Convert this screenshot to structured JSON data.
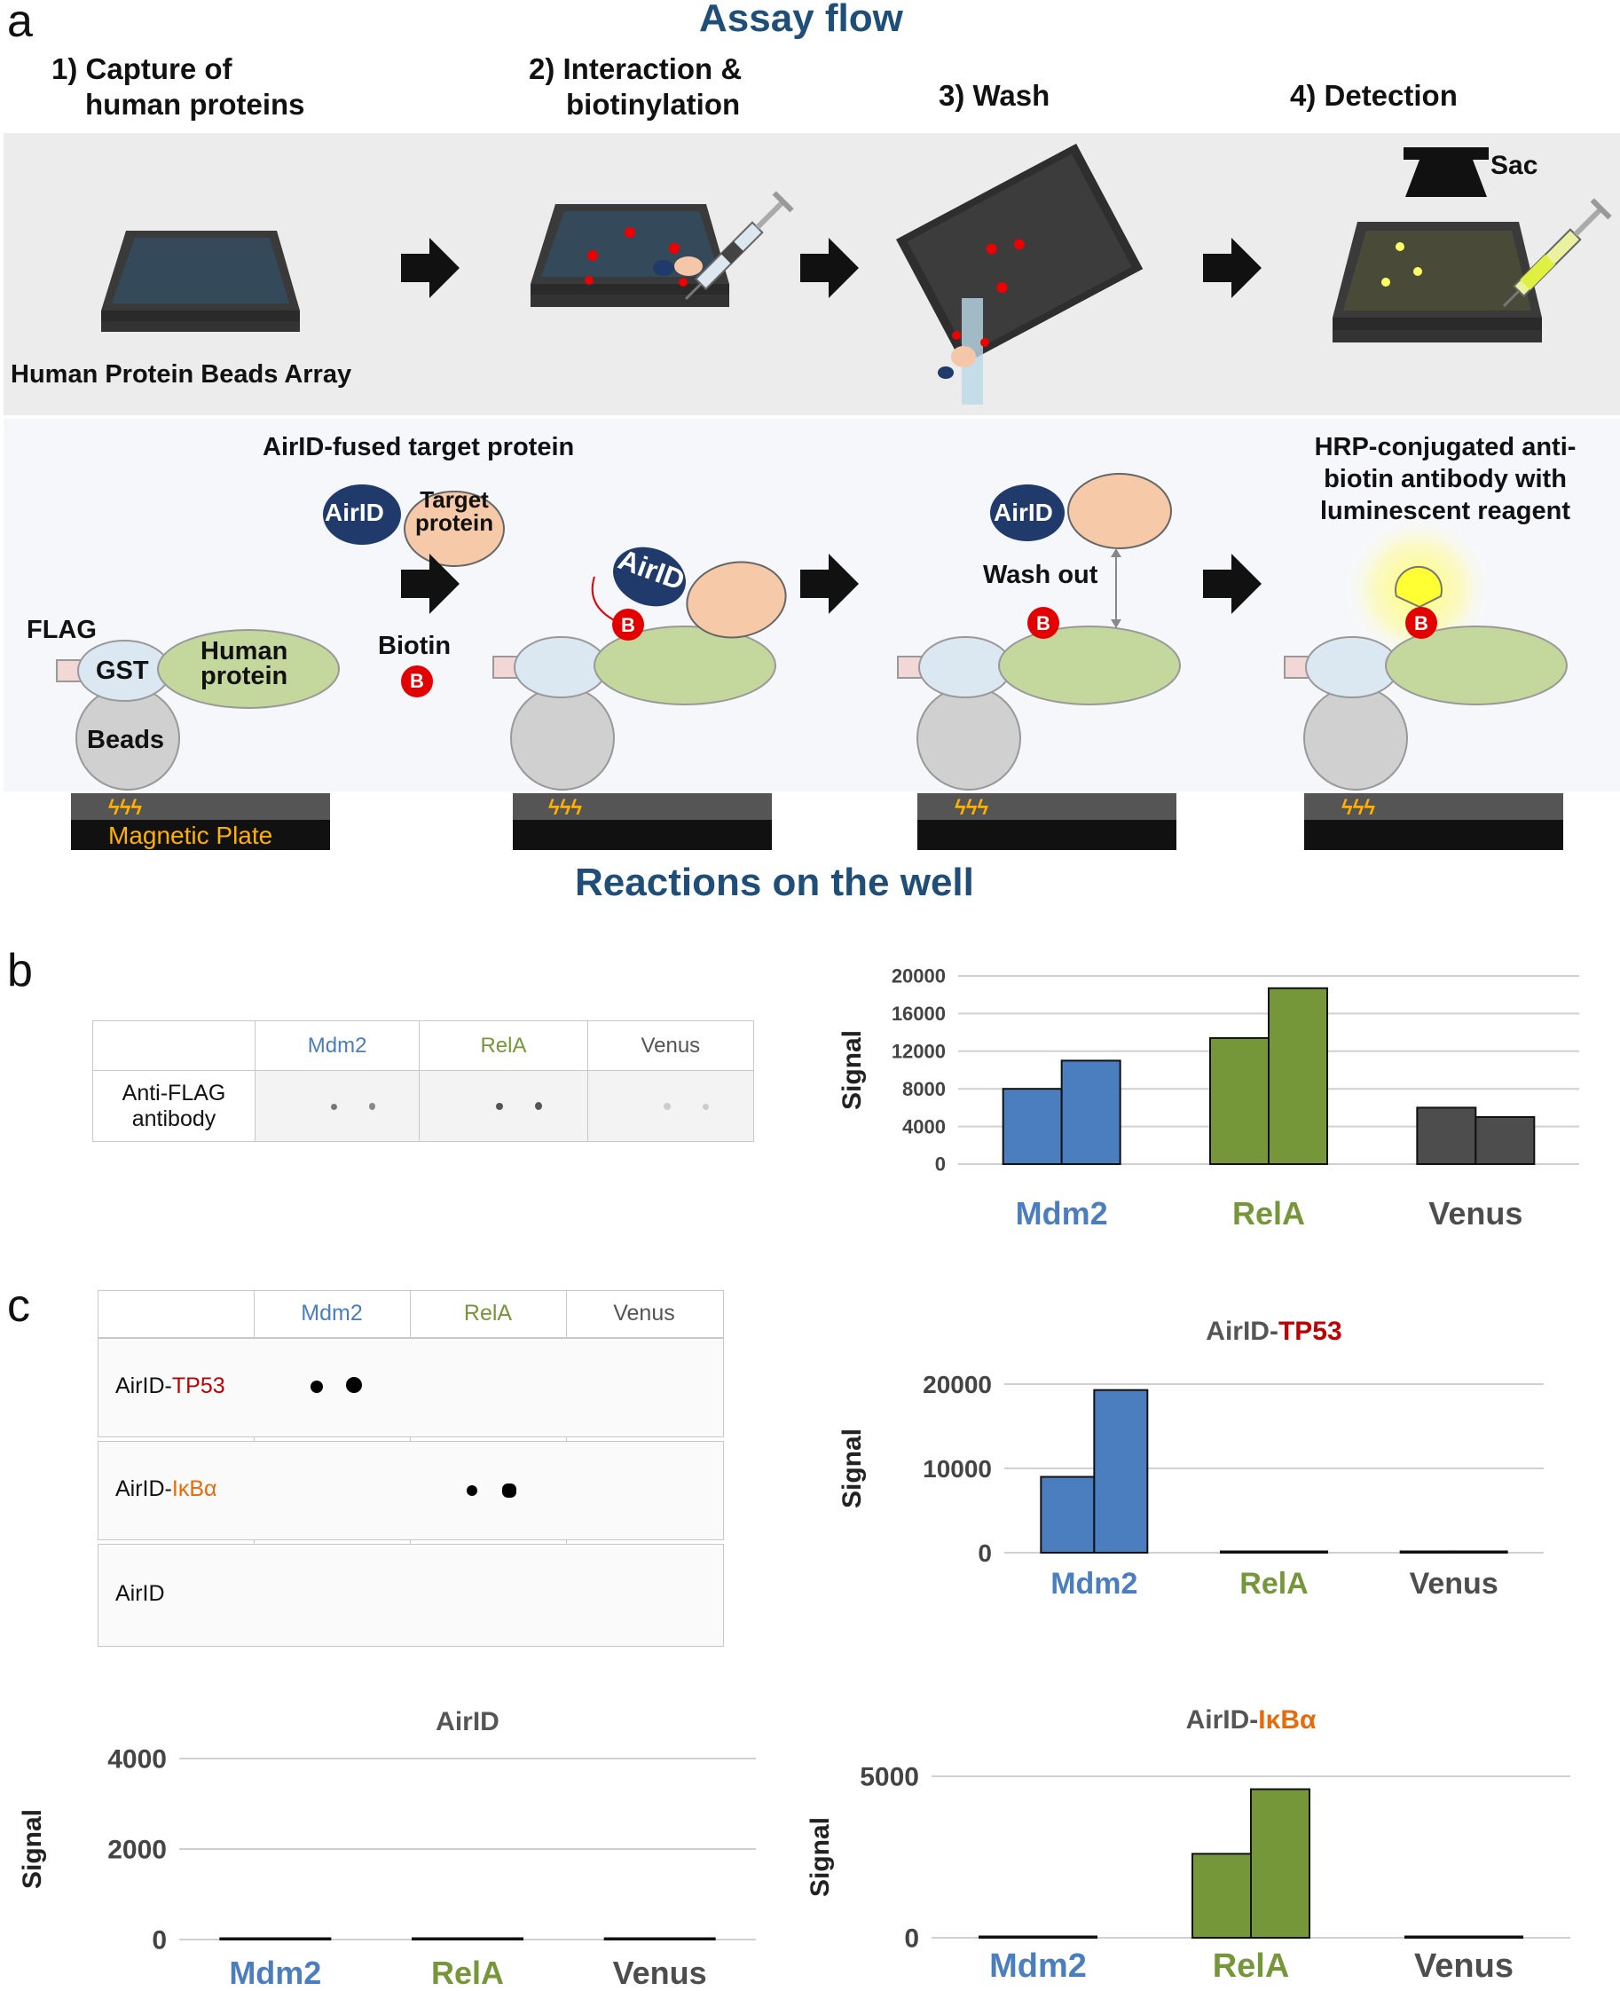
{
  "panel_a": {
    "letter": "a",
    "title": "Assay flow",
    "steps": [
      "1) Capture of",
      "human proteins",
      "2) Interaction &",
      "biotinylation",
      "3) Wash",
      "4) Detection"
    ],
    "sac_label": "Sac",
    "beads_array_label": "Human Protein Beads Array",
    "fused_label": "AirID-fused target protein",
    "airid": "AirID",
    "target_protein": [
      "Target",
      "protein"
    ],
    "flag": "FLAG",
    "gst": "GST",
    "human_protein": [
      "Human",
      "protein"
    ],
    "beads": "Beads",
    "biotin": "Biotin",
    "b": "B",
    "wash_out": "Wash out",
    "hrp_label": [
      "HRP-conjugated anti-",
      "biotin antibody with",
      "luminescent reagent"
    ],
    "magnetic_plate": "Magnetic Plate",
    "reactions": "Reactions on the well"
  },
  "panel_b": {
    "letter": "b",
    "columns": [
      "Mdm2",
      "RelA",
      "Venus"
    ],
    "row_label": [
      "Anti-FLAG",
      "antibody"
    ]
  },
  "panel_c": {
    "letter": "c",
    "columns": [
      "Mdm2",
      "RelA",
      "Venus"
    ],
    "rows": [
      {
        "prefix": "AirID-",
        "suffix": "TP53",
        "color": "#c00000"
      },
      {
        "prefix": "AirID-",
        "suffix": "IκBα",
        "color": "#e46c0a"
      },
      {
        "prefix": "AirID",
        "suffix": "",
        "color": "#111111"
      }
    ]
  },
  "colors": {
    "blue": "#4a7ebf",
    "green": "#76963a",
    "gray": "#4d4d4d"
  },
  "chart_data": [
    {
      "id": "b",
      "type": "bar",
      "title": "",
      "ylabel": "Signal",
      "ylim": [
        0,
        20000
      ],
      "yticks": [
        0,
        4000,
        8000,
        12000,
        16000,
        20000
      ],
      "categories": [
        "Mdm2",
        "RelA",
        "Venus"
      ],
      "values": [
        [
          8000,
          11000
        ],
        [
          13400,
          18700
        ],
        [
          6000,
          5000
        ]
      ]
    },
    {
      "id": "c-tp53",
      "type": "bar",
      "title": [
        "AirID-",
        "TP53"
      ],
      "ylabel": "Signal",
      "ylim": [
        0,
        20000
      ],
      "yticks": [
        0,
        10000,
        20000
      ],
      "categories": [
        "Mdm2",
        "RelA",
        "Venus"
      ],
      "values": [
        [
          9000,
          19300
        ],
        [
          50,
          60
        ],
        [
          40,
          50
        ]
      ]
    },
    {
      "id": "c-airid",
      "type": "bar",
      "title": [
        "AirID",
        ""
      ],
      "ylabel": "Signal",
      "ylim": [
        0,
        4000
      ],
      "yticks": [
        0,
        2000,
        4000
      ],
      "categories": [
        "Mdm2",
        "RelA",
        "Venus"
      ],
      "values": [
        [
          20,
          25
        ],
        [
          15,
          5
        ],
        [
          20,
          15
        ]
      ]
    },
    {
      "id": "c-ikba",
      "type": "bar",
      "title": [
        "AirID-",
        "IκBα"
      ],
      "ylabel": "Signal",
      "ylim": [
        0,
        5000
      ],
      "yticks": [
        0,
        5000
      ],
      "categories": [
        "Mdm2",
        "RelA",
        "Venus"
      ],
      "values": [
        [
          30,
          35
        ],
        [
          2600,
          4600
        ],
        [
          30,
          30
        ]
      ]
    }
  ]
}
